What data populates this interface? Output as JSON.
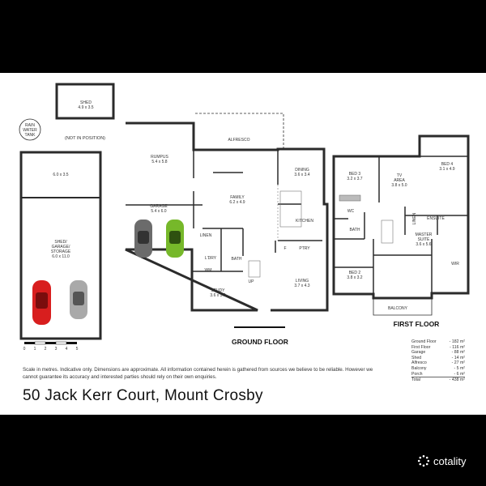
{
  "plan": {
    "rooms": {
      "shed_top": "SHED",
      "shed_top_dim": "4.9 x 3.5",
      "rain_tank_1": "RAIN",
      "rain_tank_2": "WATER",
      "rain_tank_3": "TANK",
      "not_in_position": "(NOT IN POSITION)",
      "yard_dim": "6.0 x 3.5",
      "shed_garage_1": "SHED/",
      "shed_garage_2": "GARAGE/",
      "shed_garage_3": "STORAGE",
      "shed_garage_dim": "6.0 x 11.0",
      "rumpus": "RUMPUS",
      "rumpus_dim": "5.4 x 5.8",
      "alfresco": "ALFRESCO",
      "dining": "DINING",
      "dining_dim": "3.6 x 3.4",
      "family": "FAMILY",
      "family_dim": "6.2 x 4.9",
      "kitchen": "KITCHEN",
      "garage": "GARAGE",
      "garage_dim": "5.4 x 6.0",
      "linen_gf": "LINEN",
      "ldry": "L'DRY",
      "bath_gf": "BATH",
      "wm": "WM",
      "fridge": "F",
      "ptry": "PTRY",
      "up_gf": "UP",
      "study": "STUDY",
      "study_dim": "3.6 x 3.0",
      "living": "LIVING",
      "living_dim": "3.7 x 4.3",
      "bed3": "BED 3",
      "bed3_dim": "3.2 x 3.7",
      "tv_area": "TV",
      "tv_area_2": "AREA",
      "tv_area_dim": "3.8 x 5.0",
      "bed4": "BED 4",
      "bed4_dim": "3.1 x 4.9",
      "wc": "WC",
      "linen_ff": "LINEN",
      "ensuite": "ENSUITE",
      "bath_ff": "BATH",
      "master": "MASTER",
      "master_2": "SUITE",
      "master_dim": "3.6 x 5.6",
      "wir": "WIR",
      "bed2": "BED 2",
      "bed2_dim": "3.8 x 3.2",
      "balcony": "BALCONY"
    },
    "ground_floor_label": "GROUND FLOOR",
    "first_floor_label": "FIRST FLOOR",
    "scale_ticks": [
      "0",
      "1",
      "2",
      "3",
      "4",
      "5"
    ],
    "colors": {
      "wall": "#2b2b2b",
      "car_red": "#d81e1e",
      "car_grey_dark": "#6b6b6b",
      "car_grey_light": "#a9a9a9",
      "car_green": "#76b82a"
    }
  },
  "disclaimer": "Scale in metres. Indicative only. Dimensions are approximate.  All information contained herein is gathered from sources we believe to be reliable. However we cannot guarantee its accuracy and interested parties should rely on their own enquiries.",
  "areas": [
    {
      "label": "Ground Floor",
      "value": "- 182 m²"
    },
    {
      "label": "First Floor",
      "value": "- 116 m²"
    },
    {
      "label": "Garage",
      "value": "- 88 m²"
    },
    {
      "label": "Shed",
      "value": "- 14 m²"
    },
    {
      "label": "Alfresco",
      "value": "- 27 m²"
    },
    {
      "label": "Balcony",
      "value": "- 5 m²"
    },
    {
      "label": "Porch",
      "value": "- 6 m²"
    },
    {
      "label": "Total",
      "value": "- 438 m²"
    }
  ],
  "address": "50 Jack Kerr Court, Mount Crosby",
  "brand": {
    "name": "cotality",
    "icon": "cotality-logo-icon"
  }
}
